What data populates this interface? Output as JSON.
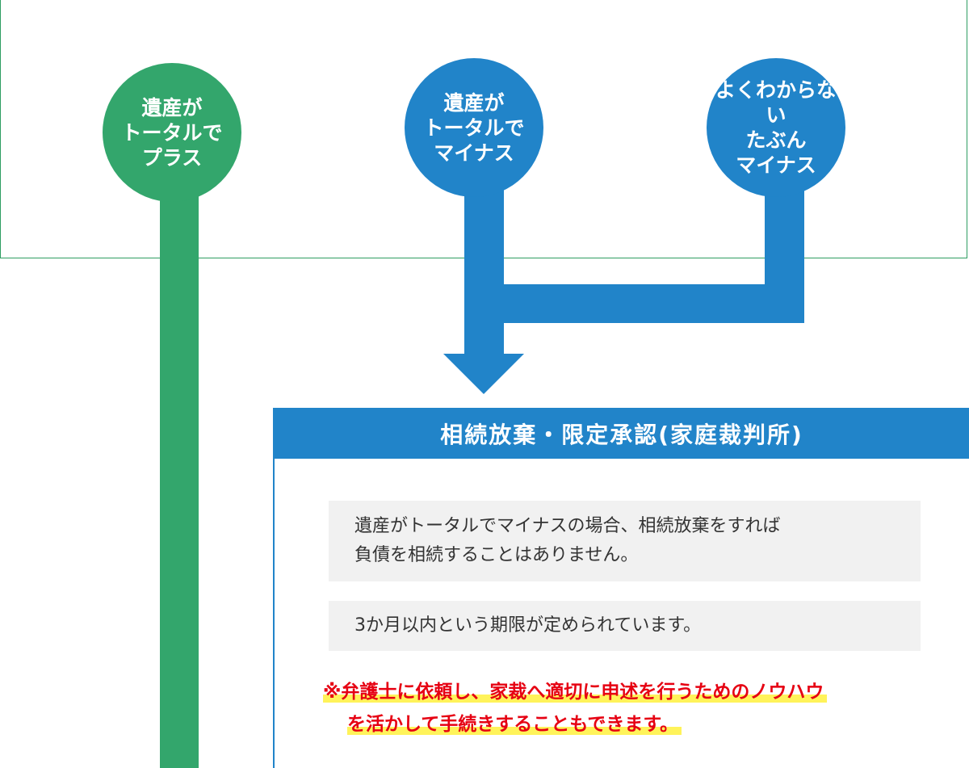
{
  "circles": {
    "plus": "遺産が\nトータルで\nプラス",
    "minus": "遺産が\nトータルで\nマイナス",
    "unknown": "よくわからない\nたぶん\nマイナス"
  },
  "colors": {
    "green": "#33a66c",
    "blue": "#2184c9",
    "warning": "#e60012",
    "highlight": "#fff35a"
  },
  "box": {
    "title": "相続放棄・限定承認(家庭裁判所)",
    "note1_line1": "遺産がトータルでマイナスの場合、相続放棄をすれば",
    "note1_line2": "負債を相続することはありません。",
    "note2": "3か月以内という期限が定められています。",
    "warning_line1": "※弁護士に依頼し、家裁へ適切に申述を行うためのノウハウ",
    "warning_line2": "を活かして手続きすることもできます。"
  }
}
